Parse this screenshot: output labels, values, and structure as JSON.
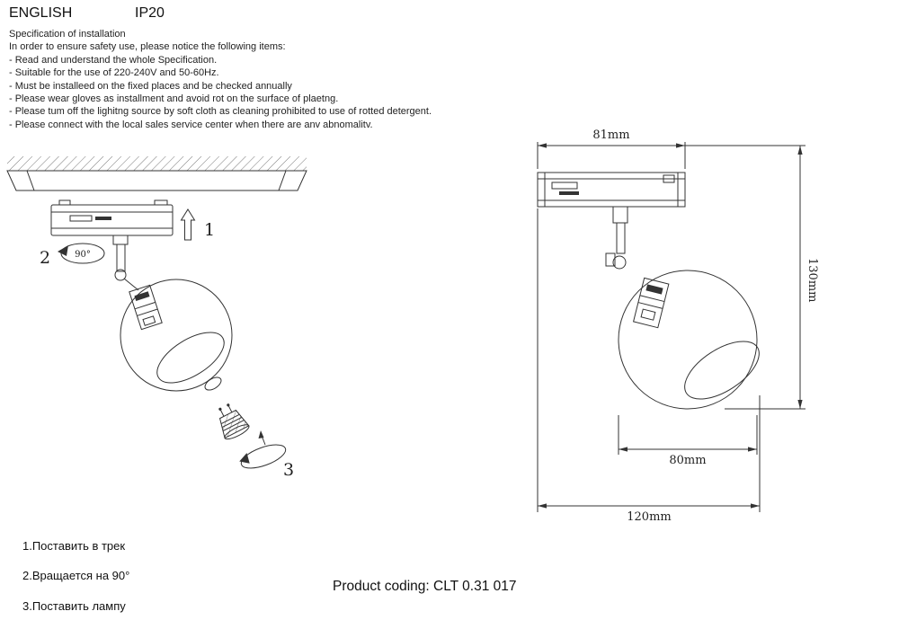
{
  "header": {
    "language": "ENGLISH",
    "ip_rating": "IP20"
  },
  "spec": {
    "title": "Specification of installation",
    "intro": "In order to ensure safety use, please notice the following items:",
    "items": [
      "- Read and understand the whole Specification.",
      "- Suitable for the use of 220-240V and 50-60Hz.",
      "- Must be installeed on the fixed places and be checked annually",
      "- Please wear gloves as installment and avoid rot on the surface of plaetng.",
      "- Please tum off the lighitng source by soft cloth as cleaning prohibited to use of rotted detergent.",
      "- Please connect with the local sales service center when there are anv abnomalitv."
    ]
  },
  "steps": {
    "n1": "1",
    "n2": "2",
    "angle": "90°",
    "n3": "3"
  },
  "dims": {
    "track_width": "81mm",
    "height": "130mm",
    "sphere_width": "80mm",
    "total_width": "120mm"
  },
  "legend": {
    "item1": "1.Поставить в трек",
    "item2": "2.Вращается на 90°",
    "item3": "3.Поставить лампу"
  },
  "footer": {
    "product_coding": "Product coding: CLT 0.31 017"
  }
}
